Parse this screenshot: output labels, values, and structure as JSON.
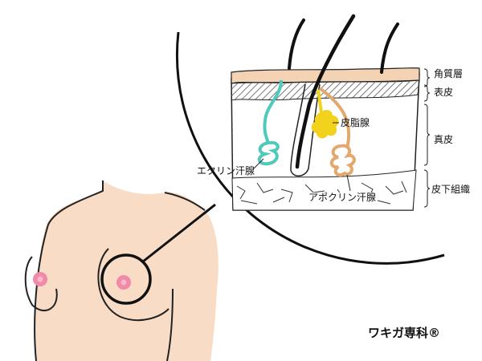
{
  "labels": {
    "stratum_corneum": "角質層",
    "epidermis": "表皮",
    "dermis": "真皮",
    "subcutaneous": "皮下組織",
    "sebaceous_gland": "皮脂腺",
    "eccrine_gland": "エクリン汗腺",
    "apocrine_gland": "アポクリン汗腺"
  },
  "brand": "ワキガ専科®",
  "colors": {
    "skin": "#f8dcc6",
    "corneum": "#f4d3b4",
    "eccrine": "#4fc9bb",
    "apocrine": "#e3a86e",
    "sebaceous": "#f3d21e",
    "nipple": "#f08aa8"
  }
}
